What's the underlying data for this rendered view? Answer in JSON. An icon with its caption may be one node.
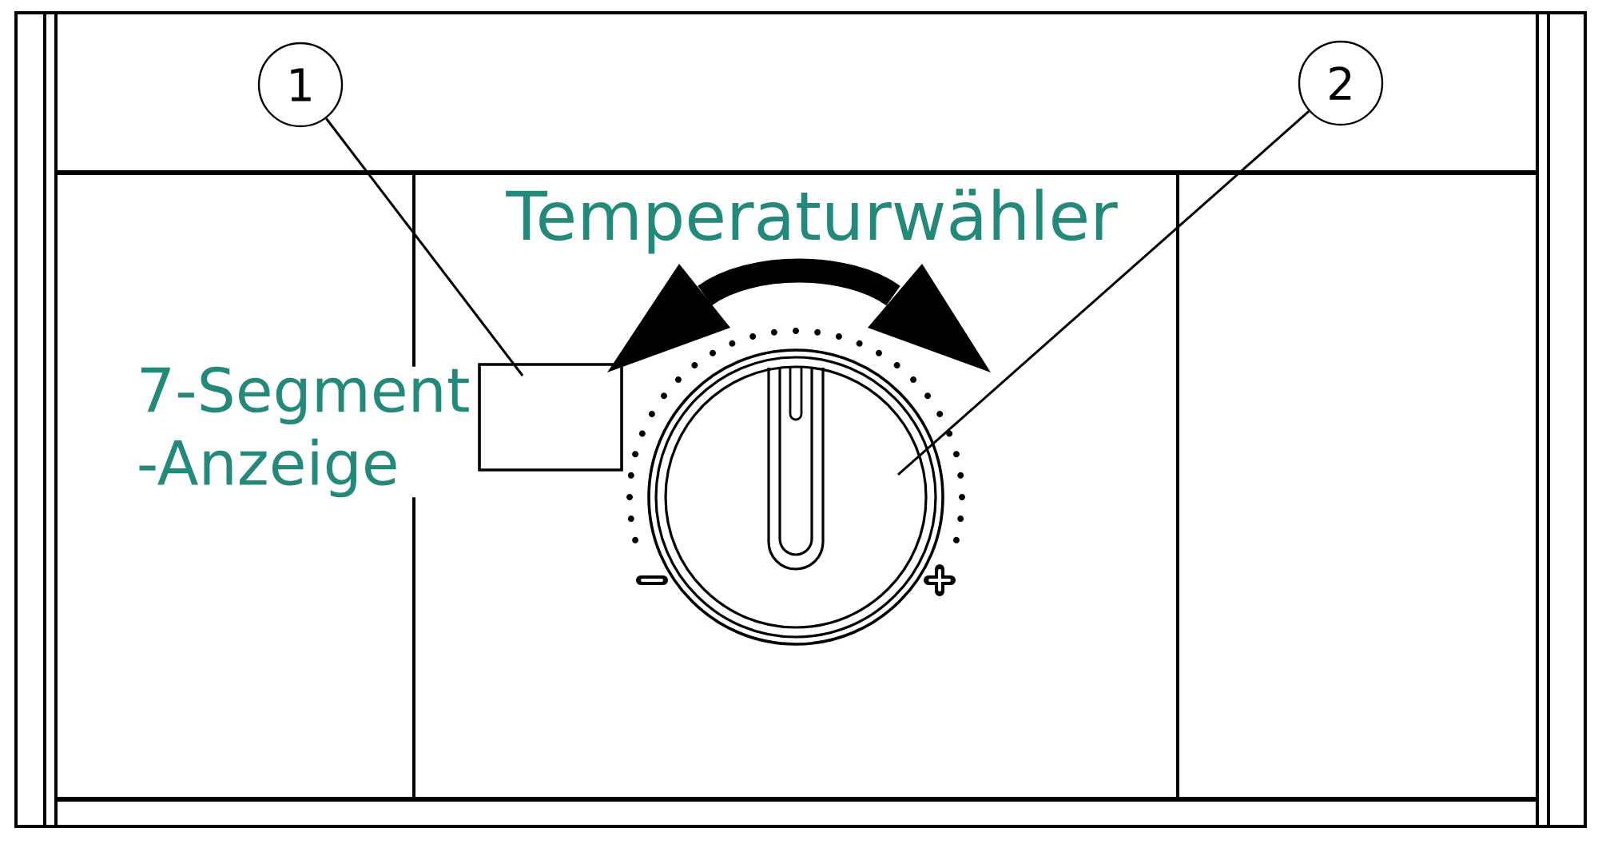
{
  "diagram": {
    "nodes": [
      {
        "text": [
          "1"
        ]
      },
      {
        "text": [
          "2"
        ]
      },
      {
        "text": [],
        "shape": "box"
      },
      {
        "text": [],
        "shape": "circle"
      }
    ],
    "edges": [
      {
        "from": 0,
        "to": 2,
        "arrow": "none"
      },
      {
        "from": 1,
        "to": 3,
        "arrow": "none"
      }
    ],
    "labels": [
      "Temperaturwähler",
      "7-Segment -Anzeige"
    ]
  }
}
